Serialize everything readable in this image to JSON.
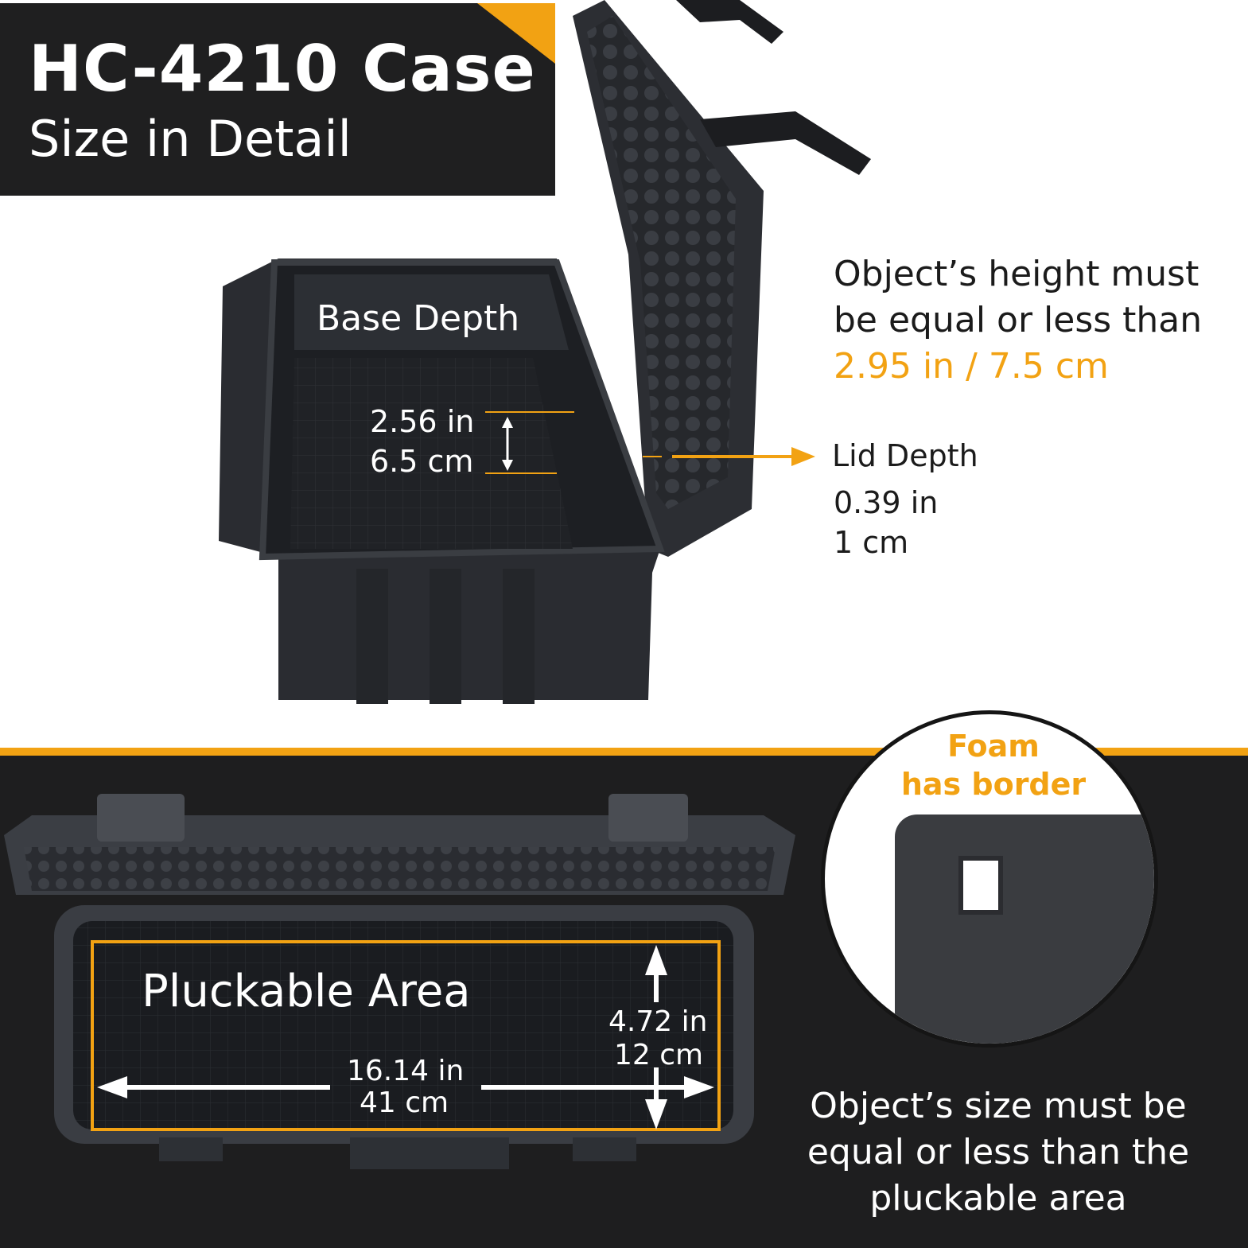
{
  "header": {
    "title": "HC-4210 Case",
    "subtitle": "Size in Detail"
  },
  "base_depth": {
    "label": "Base Depth",
    "inches": "2.56 in",
    "cm": "6.5 cm"
  },
  "height_note": {
    "line1": "Object’s height must",
    "line2": "be equal or less than",
    "value": "2.95 in / 7.5 cm"
  },
  "lid_depth": {
    "label": "Lid Depth",
    "inches": "0.39 in",
    "cm": "1 cm"
  },
  "pluckable": {
    "label": "Pluckable Area",
    "width_in": "16.14 in",
    "width_cm": "41 cm",
    "height_in": "4.72 in",
    "height_cm": "12 cm"
  },
  "foam_note": {
    "line1": "Foam",
    "line2": "has border"
  },
  "size_note": {
    "line1": "Object’s size must be",
    "line2": "equal or less than the",
    "line3": "pluckable area"
  },
  "colors": {
    "accent": "#f2a213",
    "dark": "#1e1e1f",
    "case": "#2a2c31"
  }
}
